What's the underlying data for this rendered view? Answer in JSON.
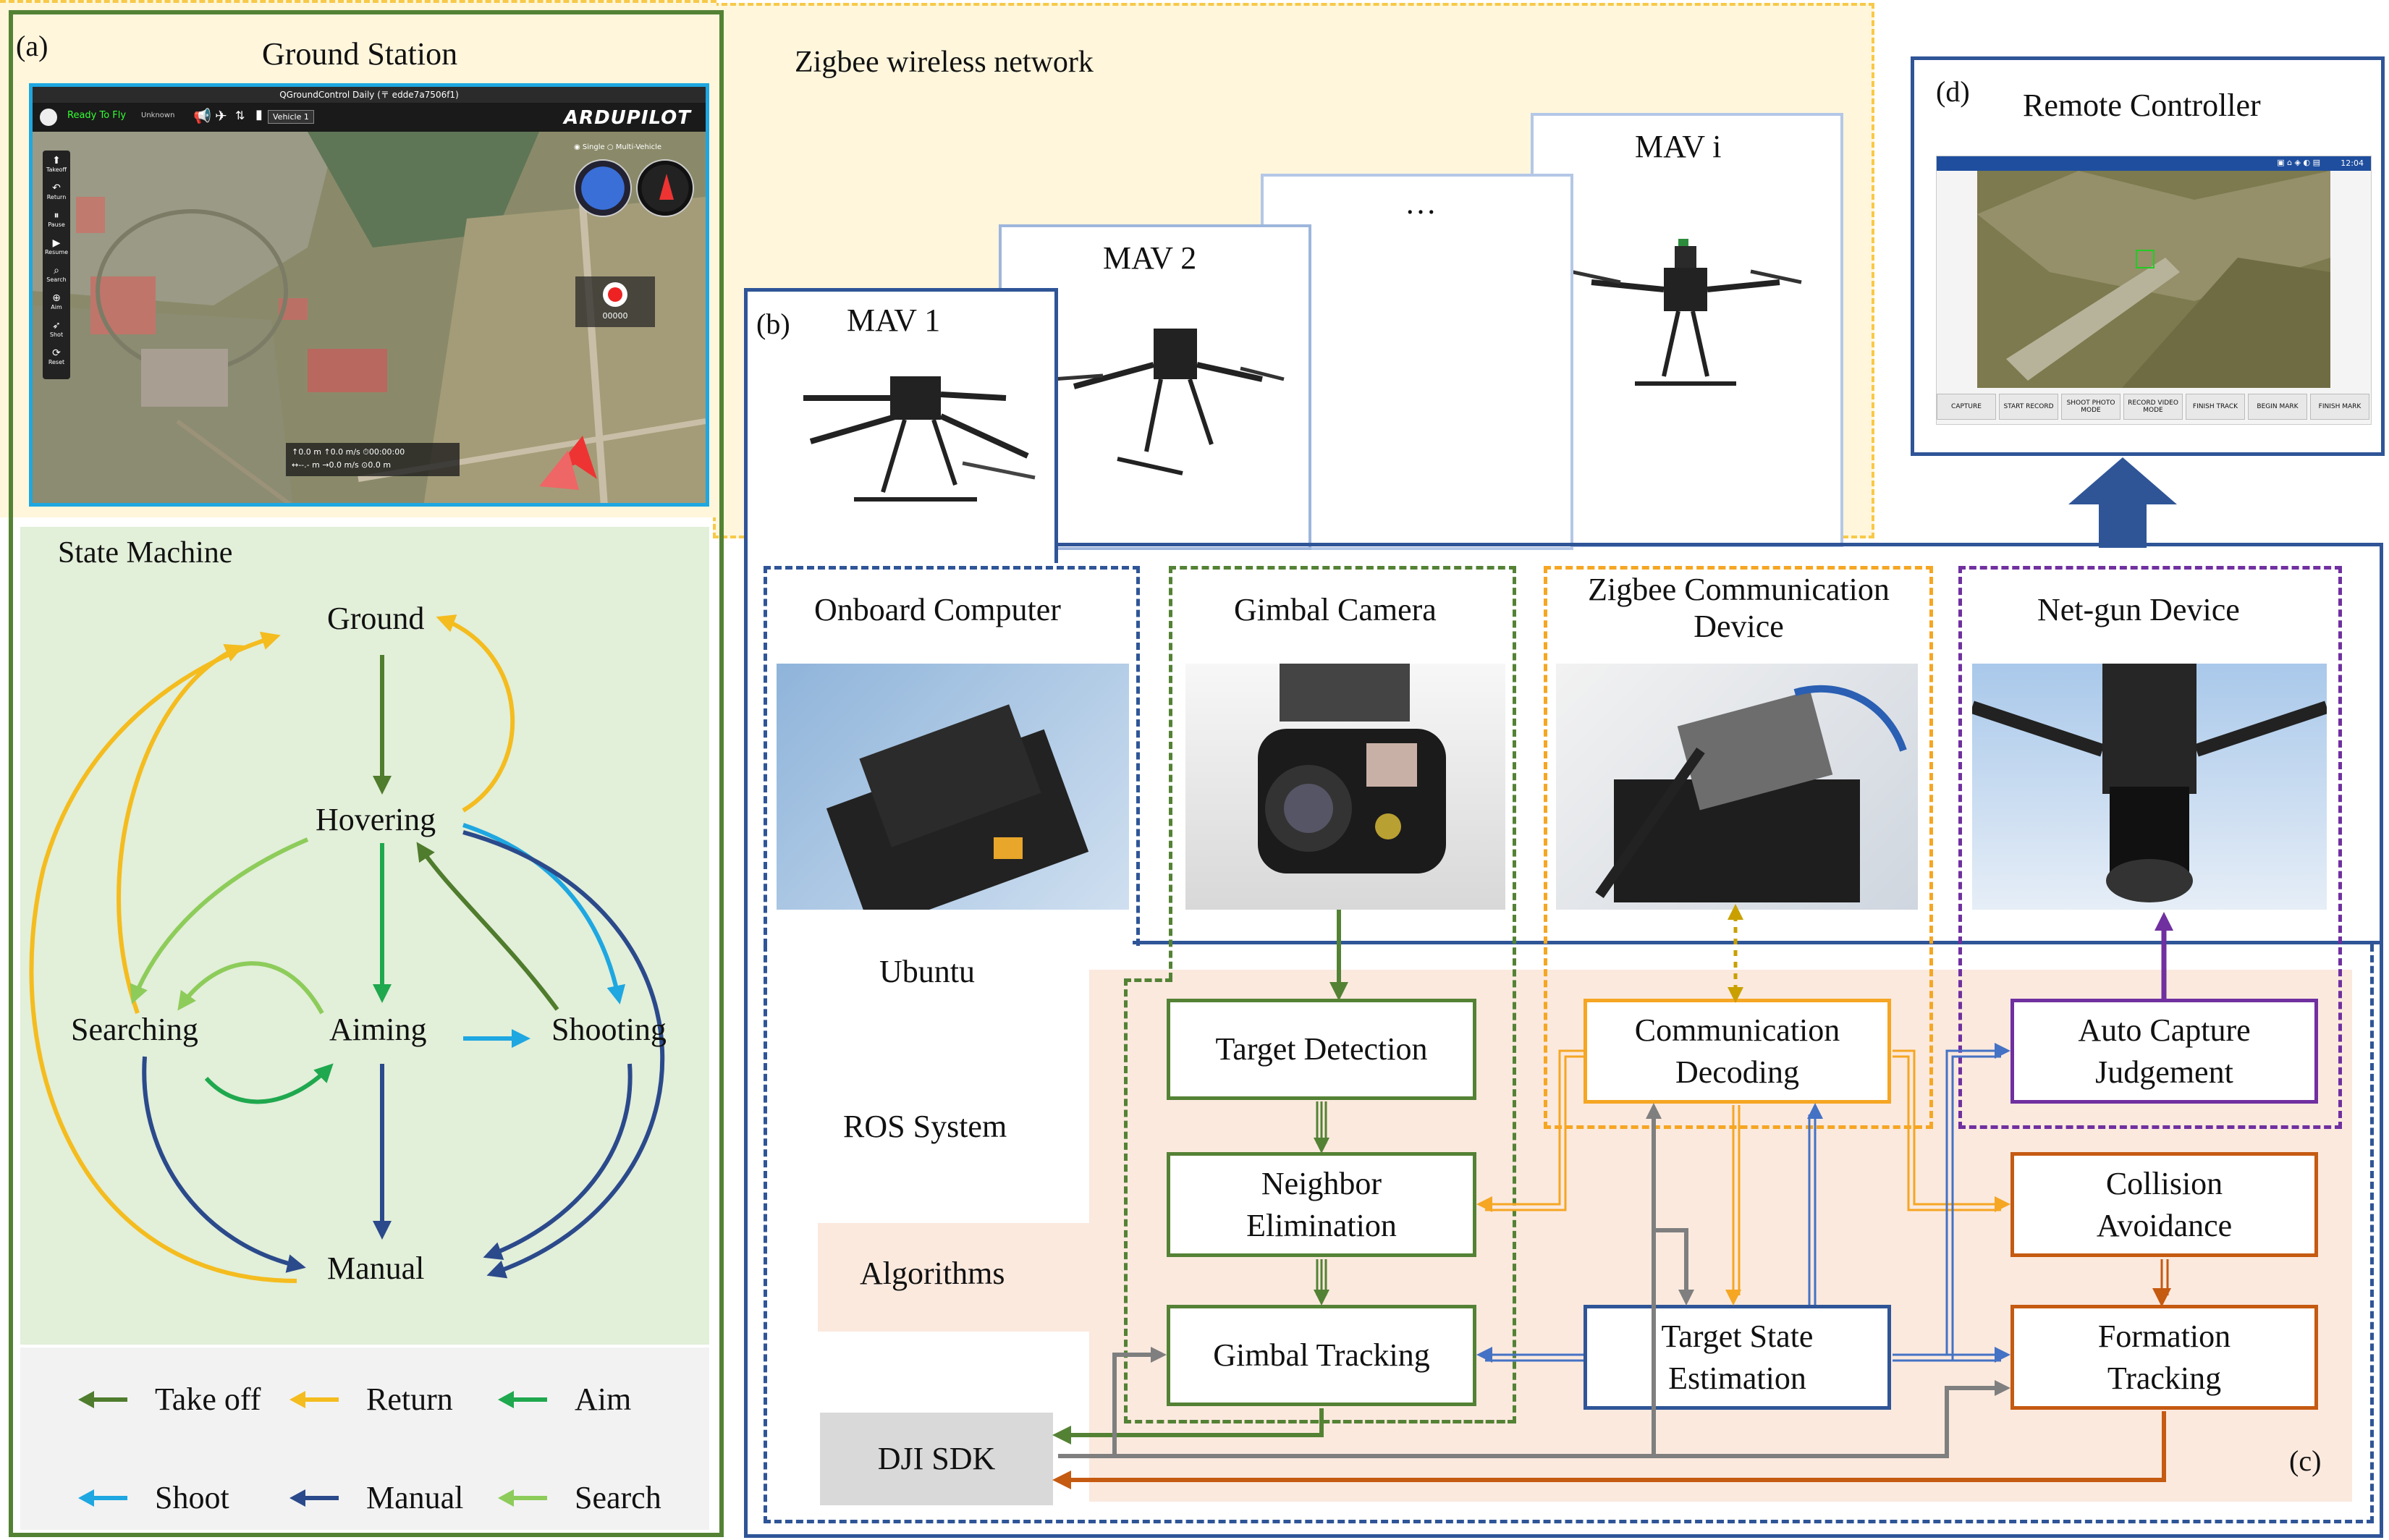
{
  "panels": {
    "a": "(a)",
    "b": "(b)",
    "c": "(c)",
    "d": "(d)"
  },
  "ground_station": {
    "title": "Ground Station",
    "window_title": "QGroundControl Daily  (〒 edde7a7506f1)",
    "status": "Ready To Fly",
    "gps": "Unknown",
    "vehicle": "Vehicle 1",
    "brand": "ARDUPILOT",
    "mode_single": "Single",
    "mode_multi": "Multi-Vehicle",
    "toolbar": [
      "Takeoff",
      "Return",
      "Pause",
      "Resume",
      "Search",
      "Aim",
      "Shot",
      "Reset"
    ],
    "counter": "00000",
    "telemetry_1": "↑0.0 m  ↑0.0 m/s  ⏱00:00:00",
    "telemetry_2": "↔--.- m  →0.0 m/s  ⊙0.0 m"
  },
  "state_machine": {
    "title": "State Machine",
    "states": {
      "ground": "Ground",
      "hovering": "Hovering",
      "searching": "Searching",
      "aiming": "Aiming",
      "shooting": "Shooting",
      "manual": "Manual"
    },
    "legend": [
      {
        "label": "Take off",
        "color": "#4f7c2d"
      },
      {
        "label": "Return",
        "color": "#f4bc1e"
      },
      {
        "label": "Aim",
        "color": "#1fa84e"
      },
      {
        "label": "Shoot",
        "color": "#1ea7e1"
      },
      {
        "label": "Manual",
        "color": "#2b4a8b"
      },
      {
        "label": "Search",
        "color": "#8dcc5a"
      }
    ]
  },
  "network": {
    "label": "Zigbee wireless network"
  },
  "mavs": [
    "MAV 1",
    "MAV 2",
    "…",
    "MAV i"
  ],
  "remote_controller": {
    "title": "Remote Controller",
    "time": "12:04",
    "buttons": [
      "CAPTURE",
      "START RECORD",
      "SHOOT PHOTO MODE",
      "RECORD VIDEO MODE",
      "FINISH TRACK",
      "BEGIN MARK",
      "FINISH MARK"
    ]
  },
  "hardware": {
    "onboard_computer": "Onboard Computer",
    "gimbal_camera": "Gimbal Camera",
    "zigbee_device": "Zigbee Communication Device",
    "net_gun": "Net-gun Device"
  },
  "software_layers": {
    "ubuntu": "Ubuntu",
    "ros": "ROS System",
    "algorithms": "Algorithms",
    "dji_sdk": "DJI SDK"
  },
  "modules": {
    "target_detection": "Target Detection",
    "neighbor_elimination": "Neighbor Elimination",
    "gimbal_tracking": "Gimbal Tracking",
    "comm_decoding": "Communication Decoding",
    "target_state": "Target State Estimation",
    "auto_capture": "Auto Capture Judgement",
    "collision": "Collision Avoidance",
    "formation": "Formation Tracking"
  },
  "colors": {
    "green_dark": "#548235",
    "orange": "#f5a623",
    "navy": "#2f5597",
    "purple": "#7030a0",
    "rust": "#c55a11",
    "gray": "#7f7f7f",
    "blue": "#4472c4",
    "yellow_bg": "#fff2cc",
    "green_bg": "#e2efd9",
    "peach_bg": "#fbe9de"
  }
}
